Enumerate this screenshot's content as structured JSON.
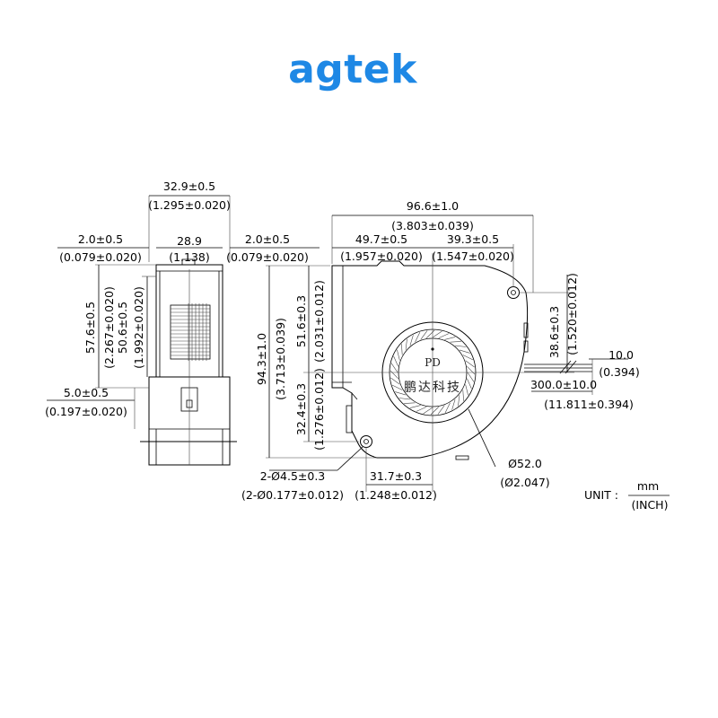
{
  "brand": {
    "name": "agtek",
    "color_dark": "#1565c0",
    "color_light": "#2196f3"
  },
  "side_view": {
    "width_total": "32.9±0.5",
    "width_total_in": "(1.295±0.020)",
    "inner_width": "28.9",
    "inner_width_in": "(1.138)",
    "offset_left": "2.0±0.5",
    "offset_left_in": "(0.079±0.020)",
    "offset_right": "2.0±0.5",
    "offset_right_in": "(0.079±0.020)",
    "height_outer": "57.6±0.5",
    "height_outer_in": "(2.267±0.020)",
    "height_inner": "50.6±0.5",
    "height_inner_in": "(1.992±0.020)",
    "bottom_offset": "5.0±0.5",
    "bottom_offset_in": "(0.197±0.020)"
  },
  "front_view": {
    "width_total": "96.6±1.0",
    "width_total_in": "(3.803±0.039)",
    "width_left": "49.7±0.5",
    "width_left_in": "(1.957±0.020)",
    "width_right": "39.3±0.5",
    "width_right_in": "(1.547±0.020)",
    "height_total": "94.3±1.0",
    "height_total_in": "(3.713±0.039)",
    "height_upper": "51.6±0.3",
    "height_upper_in": "(2.031±0.012)",
    "height_lower": "32.4±0.3",
    "height_lower_in": "(1.276±0.012)",
    "height_right": "38.6±0.3",
    "height_right_in": "(1.520±0.012)",
    "hole_dia": "2-Ø4.5±0.3",
    "hole_dia_in": "(2-Ø0.177±0.012)",
    "hole_spacing": "31.7±0.3",
    "hole_spacing_in": "(1.248±0.012)",
    "impeller_dia": "Ø52.0",
    "impeller_dia_in": "(Ø2.047)",
    "lead_length": "300.0±10.0",
    "lead_length_in": "(11.811±0.394)",
    "strip_length": "10.0",
    "strip_length_in": "(0.394)",
    "label_top": "PD",
    "label_cn": "鹏达科技"
  },
  "unit": {
    "label": "UNIT :",
    "mm": "mm",
    "inch": "(INCH)"
  }
}
